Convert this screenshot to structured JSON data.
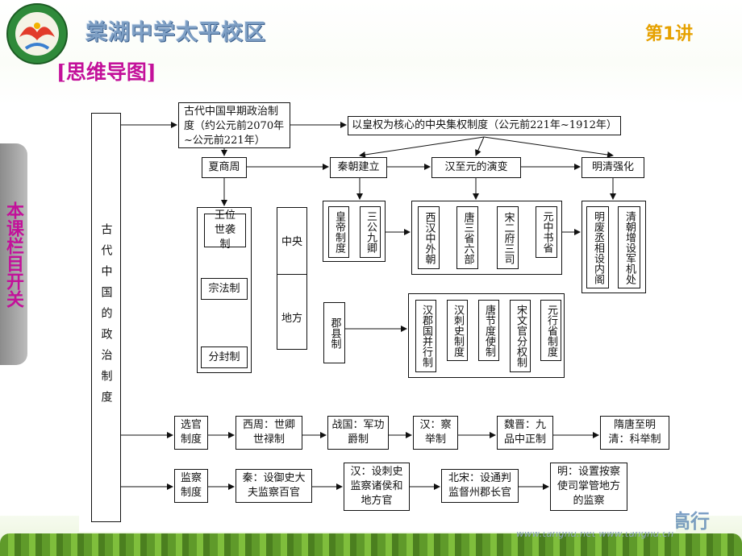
{
  "header": {
    "school_name": "棠湖中学太平校区",
    "lecture": "第1讲",
    "title": "[思维导图]"
  },
  "side_tab": {
    "label": "本课栏目开关"
  },
  "footer": {
    "brand": "高行",
    "url": "www.tanghu.net www.tanghu.cn"
  },
  "diagram": {
    "root": "古代中国的政治制度",
    "early": "古代中国早期政治制度（约公元前2070年~公元前221年）",
    "central_system": "以皇权为核心的中央集权制度（公元前221年~1912年）",
    "stages": [
      "夏商周",
      "秦朝建立",
      "汉至元的演变",
      "明清强化"
    ],
    "xsz": [
      "王位世袭制",
      "宗法制",
      "分封制"
    ],
    "central_label": "中央",
    "local_label": "地方",
    "qin_central": [
      "皇帝制度",
      "三公九卿"
    ],
    "qin_local": "郡县制",
    "han_yuan_central": [
      "西汉中外朝",
      "唐三省六部",
      "宋二府三司",
      "元中书省"
    ],
    "ming_qing": [
      "明废丞相设内阁",
      "清朝增设军机处"
    ],
    "han_yuan_local": [
      "汉郡国并行制",
      "汉刺史制度",
      "唐节度使制",
      "宋文官分权制",
      "元行省制度"
    ],
    "selection": {
      "label": "选官制度",
      "items": [
        "西周：世卿世禄制",
        "战国：军功爵制",
        "汉：察举制",
        "魏晋：九品中正制",
        "隋唐至明清：科举制"
      ]
    },
    "supervision": {
      "label": "监察制度",
      "items": [
        "秦：设御史大夫监察百官",
        "汉：设刺史监察诸侯和地方官",
        "北宋：设通判监督州郡长官",
        "明：设置按察使司掌管地方的监察"
      ]
    }
  }
}
